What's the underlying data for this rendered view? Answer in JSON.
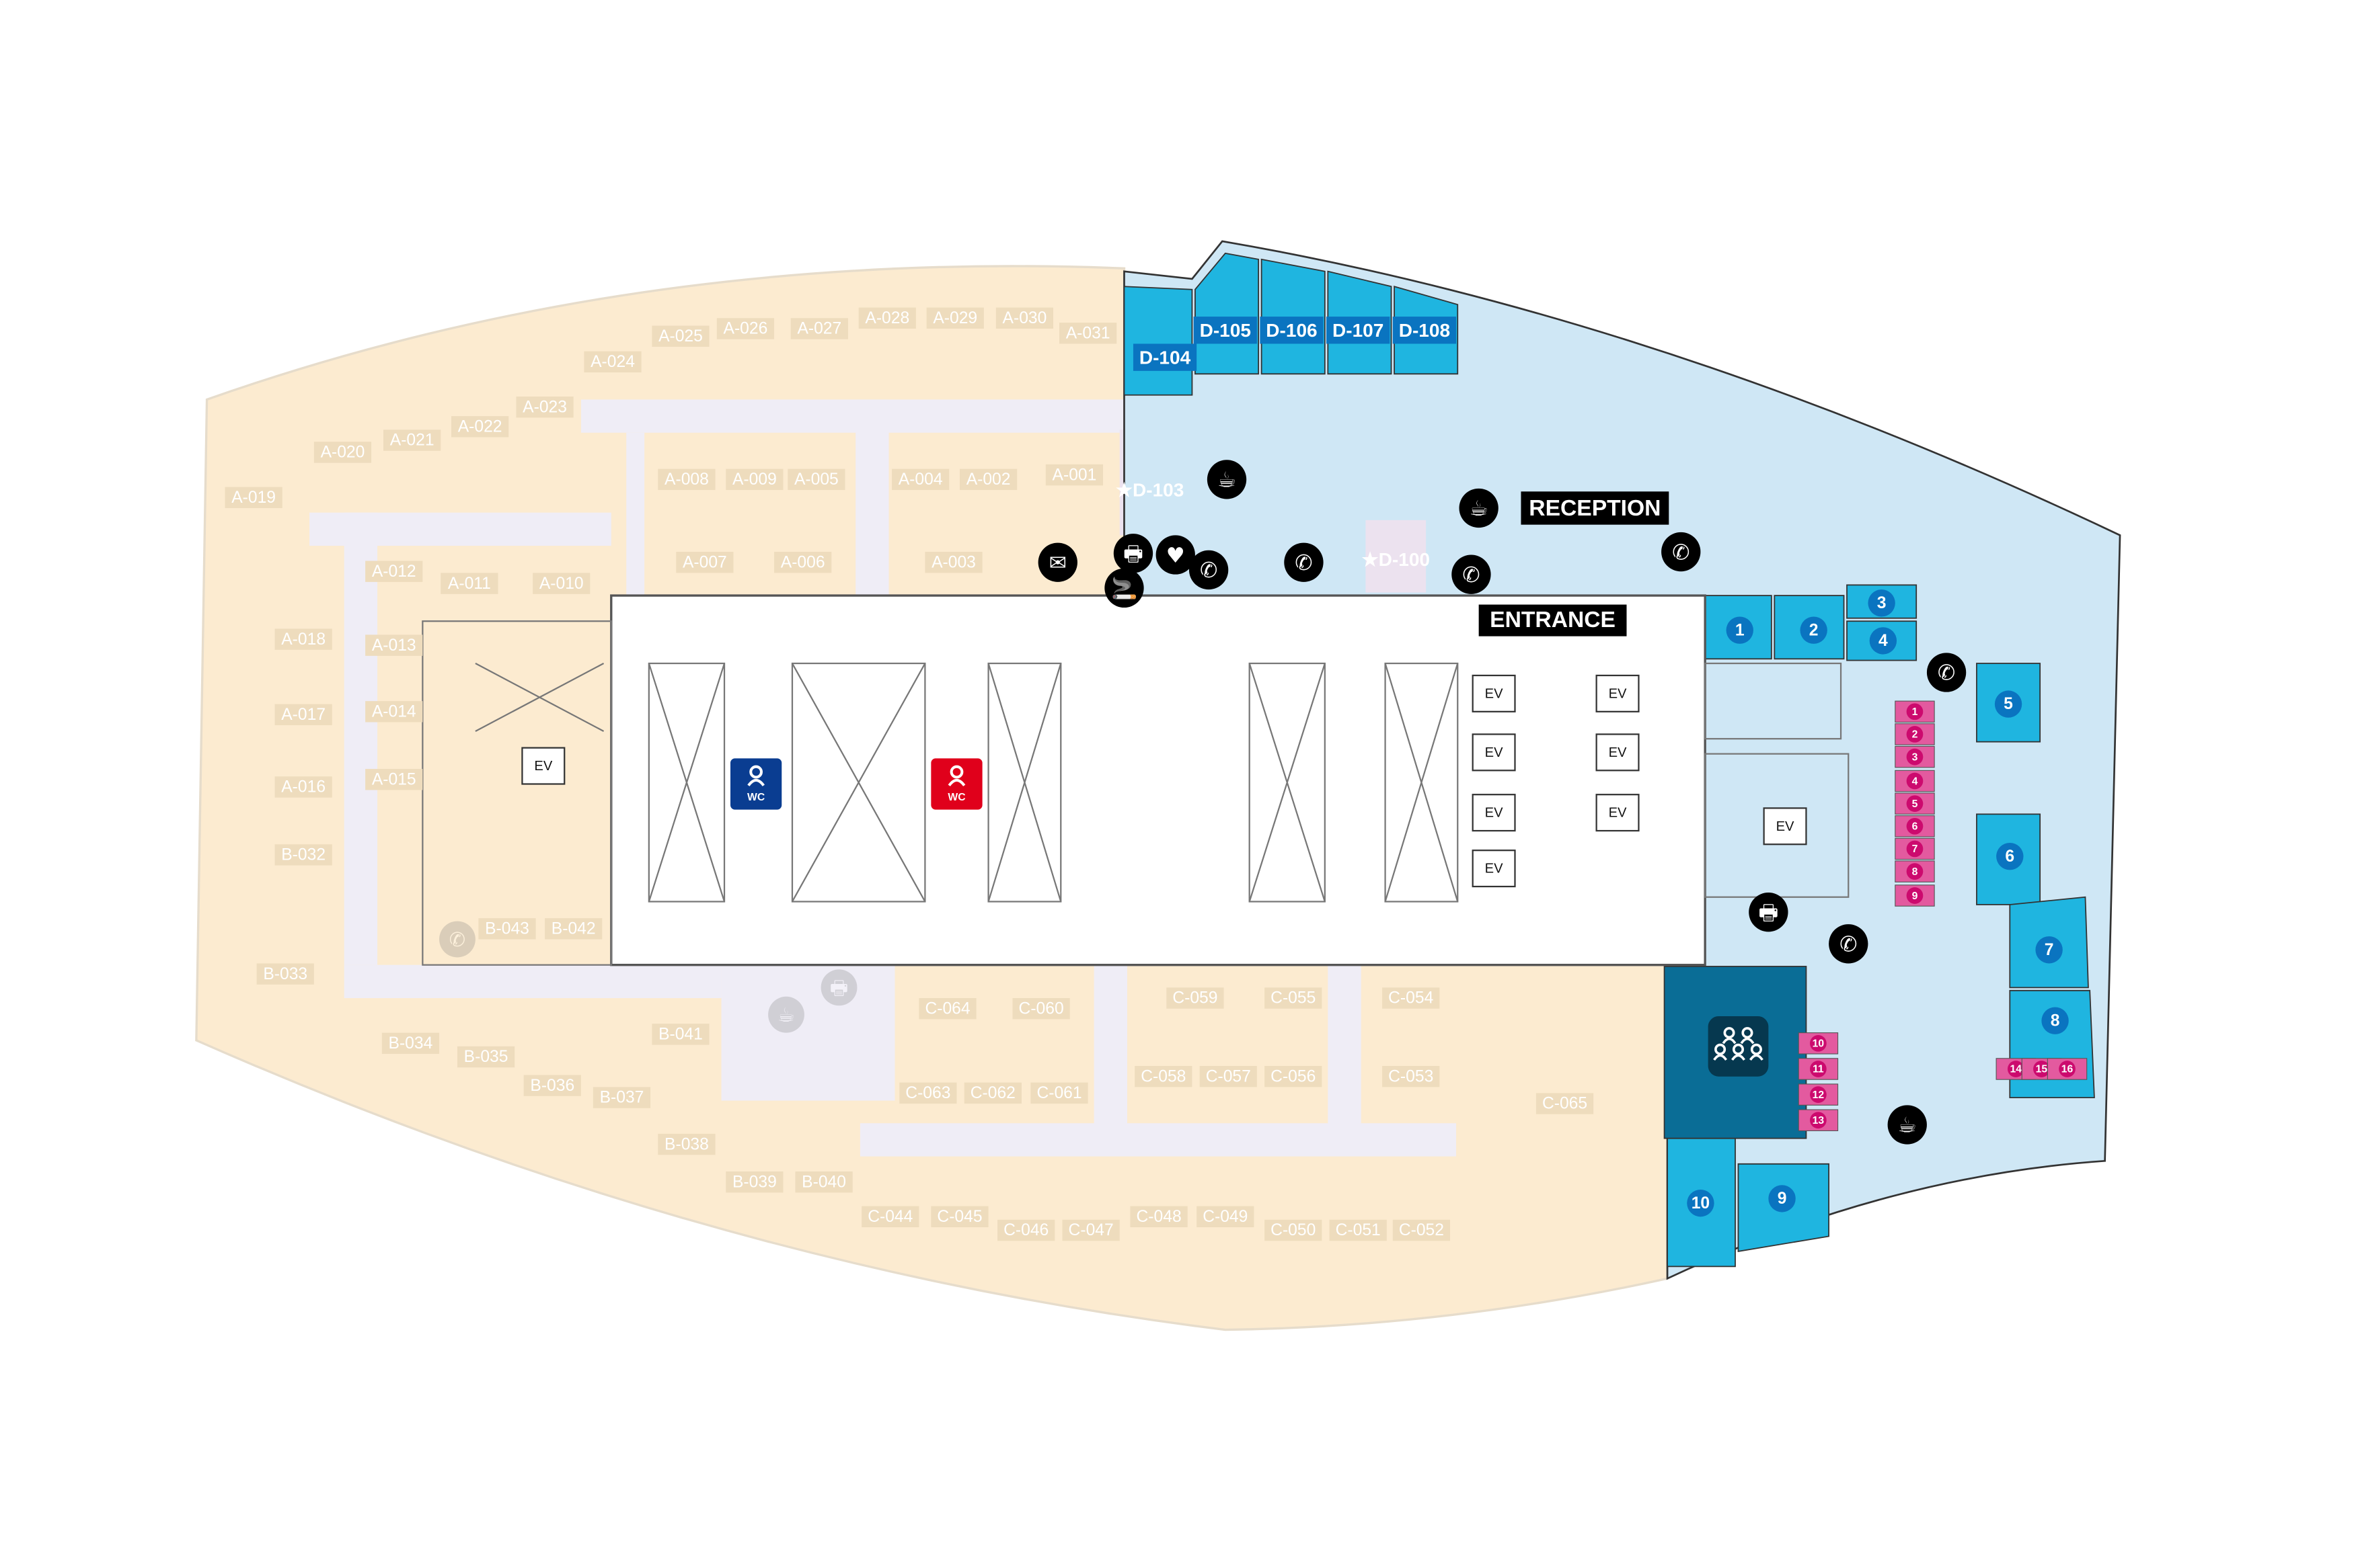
{
  "colors": {
    "faded_wing": "#fcebd0",
    "corridor": "#efedf6",
    "lobby": "#cfe7f5",
    "room": "#1fb5e0",
    "room_label": "#0a74c0",
    "booth": "#e35a9f",
    "booth_num": "#cc0a6e",
    "seminar": "#0a6d96",
    "wc_male": "#0a3d91",
    "wc_female": "#e0001b"
  },
  "wing_rooms": [
    "A-019",
    "A-020",
    "A-021",
    "A-022",
    "A-023",
    "A-024",
    "A-025",
    "A-026",
    "A-027",
    "A-028",
    "A-029",
    "A-030",
    "A-031",
    "A-008",
    "A-009",
    "A-005",
    "A-004",
    "A-002",
    "A-001",
    "A-007",
    "A-006",
    "A-003",
    "A-012",
    "A-011",
    "A-010",
    "A-013",
    "A-014",
    "A-015",
    "A-018",
    "A-017",
    "A-016",
    "B-032",
    "B-033",
    "B-034",
    "B-035",
    "B-036",
    "B-037",
    "B-038",
    "B-039",
    "B-040",
    "B-041",
    "B-043",
    "B-042",
    "C-064",
    "C-060",
    "C-063",
    "C-062",
    "C-061",
    "C-059",
    "C-055",
    "C-054",
    "C-058",
    "C-057",
    "C-056",
    "C-053",
    "C-065",
    "C-044",
    "C-045",
    "C-046",
    "C-047",
    "C-048",
    "C-049",
    "C-050",
    "C-051",
    "C-052"
  ],
  "d_rooms": [
    "D-104",
    "D-105",
    "D-106",
    "D-107",
    "D-108"
  ],
  "reserved_rooms": [
    "★D-103",
    "★D-100"
  ],
  "meeting_rooms": [
    "1",
    "2",
    "3",
    "4",
    "5",
    "6",
    "7",
    "8",
    "9",
    "10"
  ],
  "booths": [
    "1",
    "2",
    "3",
    "4",
    "5",
    "6",
    "7",
    "8",
    "9",
    "10",
    "11",
    "12",
    "13",
    "14",
    "15",
    "16"
  ],
  "elevator_label": "EV",
  "wc_label": "WC",
  "reception_label": "RECEPTION",
  "entrance_label": "ENTRANCE",
  "icons": [
    "coffee-icon",
    "coffee-icon",
    "coffee-icon",
    "mail-icon",
    "printer-icon",
    "printer-icon",
    "aed-icon",
    "smoking-icon",
    "phone-icon",
    "phone-icon",
    "phone-icon",
    "phone-icon",
    "phone-icon",
    "phone-icon"
  ]
}
